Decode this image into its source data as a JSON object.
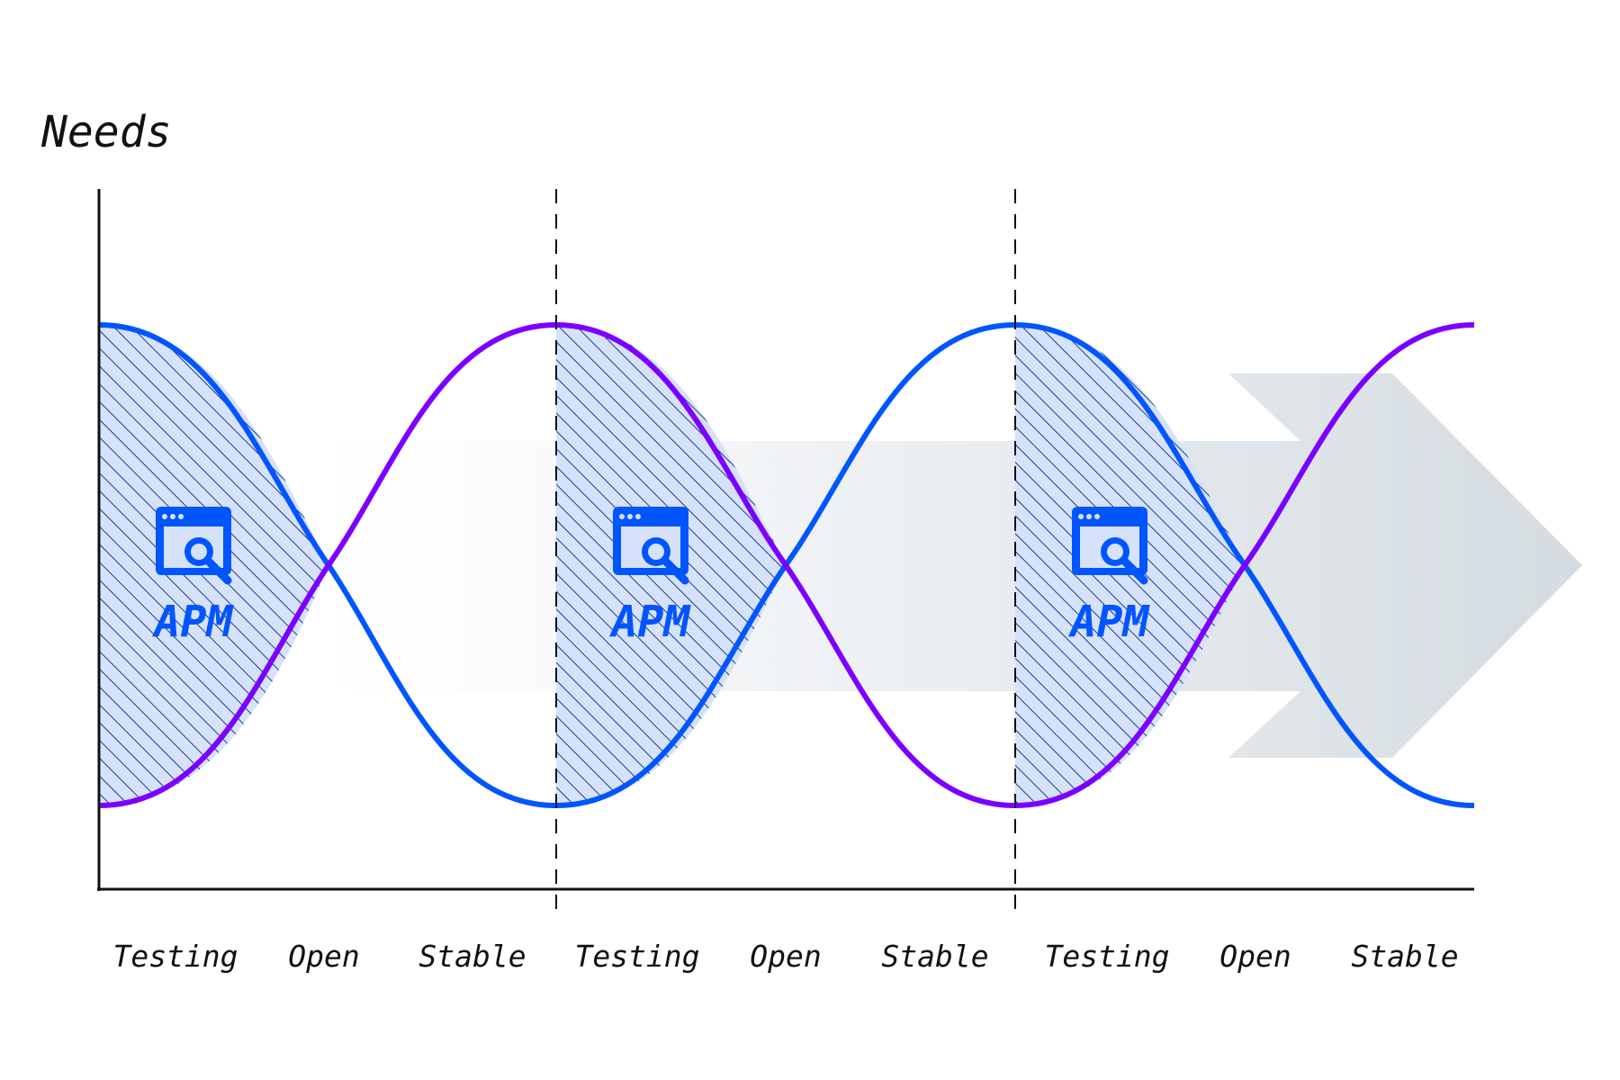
{
  "diagram": {
    "y_axis_label": "Needs",
    "phase_labels": [
      "Testing",
      "Open",
      "Stable",
      "Testing",
      "Open",
      "Stable",
      "Testing",
      "Open",
      "Stable"
    ],
    "apm_label": "APM",
    "colors": {
      "blue": "#0055FF",
      "purple": "#7B00FF",
      "hatch": "#1C3D8C",
      "hatch_bg": "#D6E2FA",
      "arrow_light": "#F7F8FA",
      "arrow_dark": "#D4DCE1",
      "axis": "#111111",
      "label": "#111111"
    },
    "icons": [
      "apm-monitor-icon",
      "apm-monitor-icon",
      "apm-monitor-icon"
    ]
  }
}
